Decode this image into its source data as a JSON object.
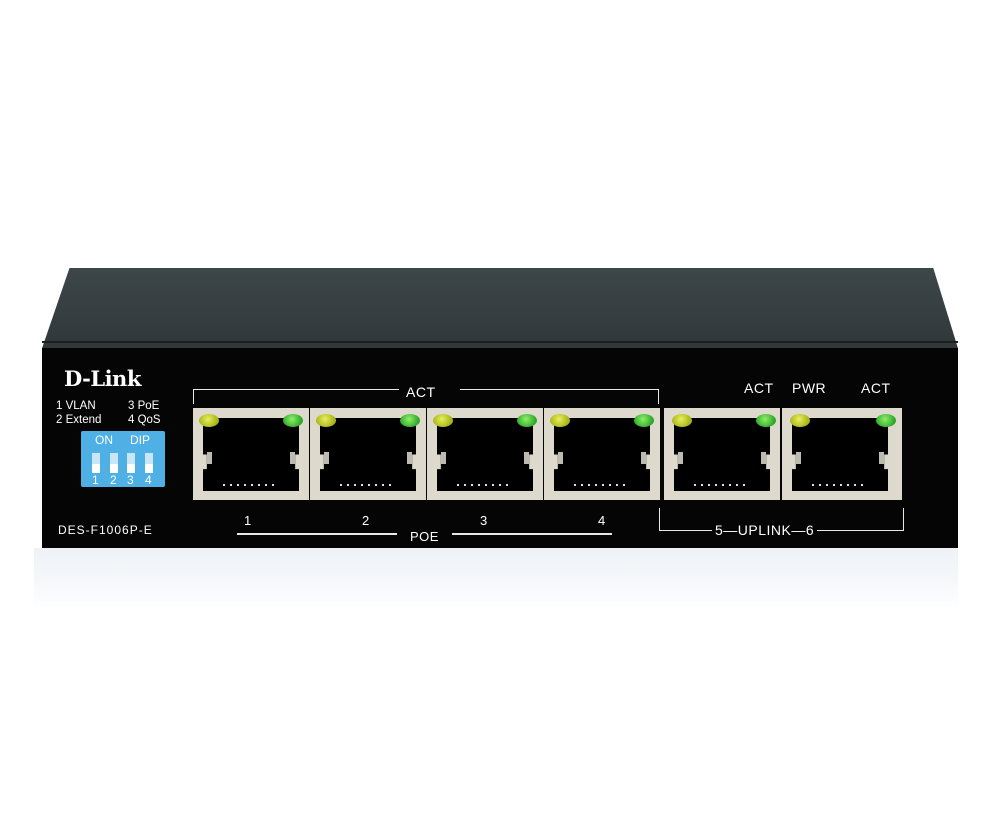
{
  "device": {
    "brand": "D-Link",
    "model": "DES-F1006P-E",
    "colors": {
      "chassis": "#050505",
      "top": "#363e40",
      "dip_switch": "#4fb0e6",
      "led_yellow": "#c8d33a",
      "led_green": "#52c83a"
    }
  },
  "dip_legend": {
    "line1_left": "1 VLAN",
    "line1_right": "3 PoE",
    "line2_left": "2 Extend",
    "line2_right": "4 QoS"
  },
  "dip_switch": {
    "on_label": "ON",
    "dip_label": "DIP",
    "switches": [
      "1",
      "2",
      "3",
      "4"
    ]
  },
  "labels": {
    "act_group": "ACT",
    "poe": "POE",
    "uplink_act_left": "ACT",
    "pwr": "PWR",
    "uplink_act_right": "ACT",
    "uplink": "5—UPLINK—6"
  },
  "ports": [
    {
      "number": "1",
      "type": "PoE"
    },
    {
      "number": "2",
      "type": "PoE"
    },
    {
      "number": "3",
      "type": "PoE"
    },
    {
      "number": "4",
      "type": "PoE"
    },
    {
      "number": "5",
      "type": "Uplink"
    },
    {
      "number": "6",
      "type": "Uplink"
    }
  ]
}
